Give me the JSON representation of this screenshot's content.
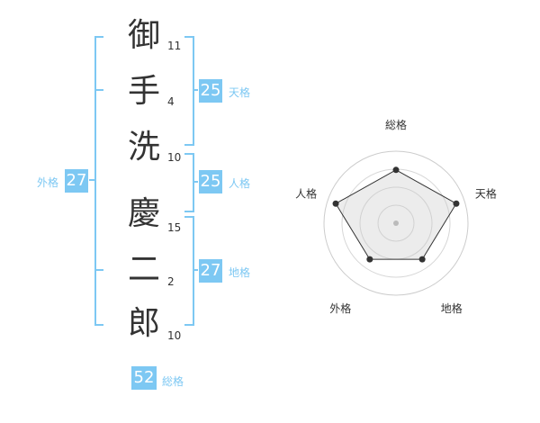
{
  "name_chars": [
    {
      "char": "御",
      "strokes": "11"
    },
    {
      "char": "手",
      "strokes": "4"
    },
    {
      "char": "洗",
      "strokes": "10"
    },
    {
      "char": "慶",
      "strokes": "15"
    },
    {
      "char": "二",
      "strokes": "2"
    },
    {
      "char": "郎",
      "strokes": "10"
    }
  ],
  "scores": {
    "tenkaku": {
      "label": "天格",
      "value": "25"
    },
    "jinkaku": {
      "label": "人格",
      "value": "25"
    },
    "chikaku": {
      "label": "地格",
      "value": "27"
    },
    "gaikaku": {
      "label": "外格",
      "value": "27"
    },
    "soukaku": {
      "label": "総格",
      "value": "52"
    }
  },
  "colors": {
    "accent": "#7dc8f3",
    "text": "#333333"
  },
  "chart_data": {
    "type": "radar",
    "axes": [
      "総格",
      "天格",
      "地格",
      "外格",
      "人格"
    ],
    "values": [
      0.74,
      0.88,
      0.62,
      0.62,
      0.88
    ],
    "scale_max": 1,
    "rings": 4
  }
}
